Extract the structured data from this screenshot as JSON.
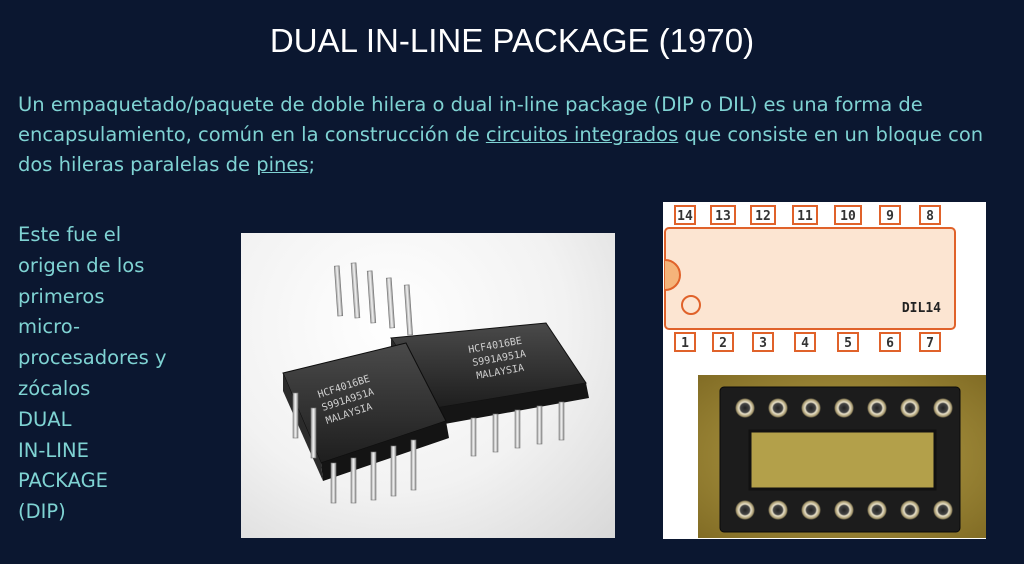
{
  "title": "DUAL IN-LINE PACKAGE (1970)",
  "intro": {
    "part1": "Un empaquetado/paquete de doble hilera o dual in-line package (DIP o DIL) es una forma de encapsulamiento, común en la construcción de ",
    "link1": "circuitos integrados",
    "part2": " que consiste en un bloque con dos hileras paralelas de ",
    "link2": "pines",
    "part3": ";"
  },
  "side_lines": [
    "Este fue el",
    "origen de los",
    "primeros",
    "micro-",
    "procesadores y",
    "zócalos",
    "DUAL",
    "IN-LINE",
    "PACKAGE",
    "(DIP)"
  ],
  "photo": {
    "chip_front_lines": [
      "HCF4016BE",
      "S991A951A",
      "MALAYSIA"
    ],
    "chip_back_lines": [
      "HCF4016BE",
      "S991A951A",
      "MALAYSIA"
    ]
  },
  "diagram": {
    "top_pins": [
      "14",
      "13",
      "12",
      "11",
      "10",
      "9",
      "8"
    ],
    "bottom_pins": [
      "1",
      "2",
      "3",
      "4",
      "5",
      "6",
      "7"
    ],
    "label": "DIL14"
  },
  "colors": {
    "background": "#0b1730",
    "text": "#7fd3d3",
    "title": "#ffffff",
    "pin_orange": "#e0622a",
    "body_fill": "#fce5d2"
  }
}
